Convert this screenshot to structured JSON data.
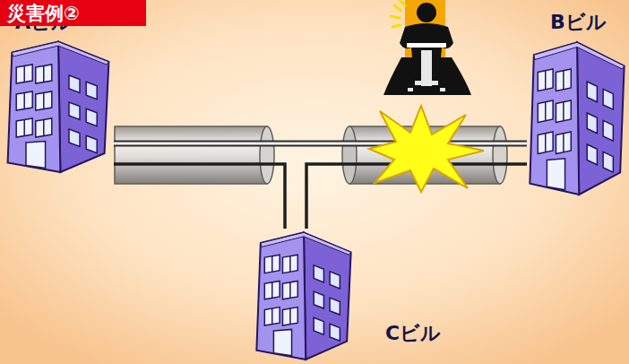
{
  "diagram": {
    "title": "災害例②",
    "nodes": [
      {
        "text": [
          "Aビル"
        ]
      },
      {
        "text": [
          "Bビル"
        ]
      },
      {
        "text": [
          "Cビル"
        ]
      }
    ],
    "edges": [
      {
        "from": 0,
        "to": 1,
        "arrow": "none"
      },
      {
        "from": 0,
        "to": 2,
        "arrow": "none"
      },
      {
        "from": 2,
        "to": 1,
        "arrow": "none"
      }
    ]
  }
}
